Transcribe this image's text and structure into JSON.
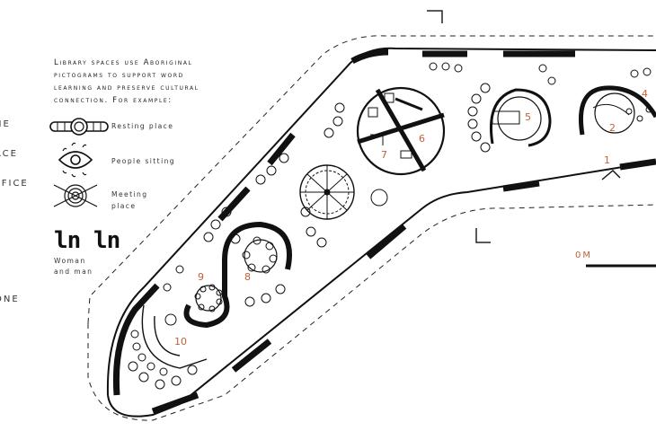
{
  "note_lines": [
    "Library spaces use Aboriginal",
    "pictograms to support word",
    "learning and preserve cultural",
    "connection. For example:"
  ],
  "legend": {
    "resting_place": "Resting place",
    "people_sitting": "People sitting",
    "meeting_place_1": "Meeting",
    "meeting_place_2": "place",
    "woman_and_man_1": "Woman",
    "woman_and_man_2": "and man"
  },
  "edge_labels": [
    "NE",
    "ACE",
    "FFICE",
    "ONE"
  ],
  "room_numbers": [
    "1",
    "2",
    "4",
    "5",
    "6",
    "7",
    "8",
    "9",
    "10"
  ],
  "scale": {
    "label": "0M"
  },
  "colors": {
    "walls": "#111111",
    "room_numbers": "#c0623a",
    "lines": "#222222"
  }
}
